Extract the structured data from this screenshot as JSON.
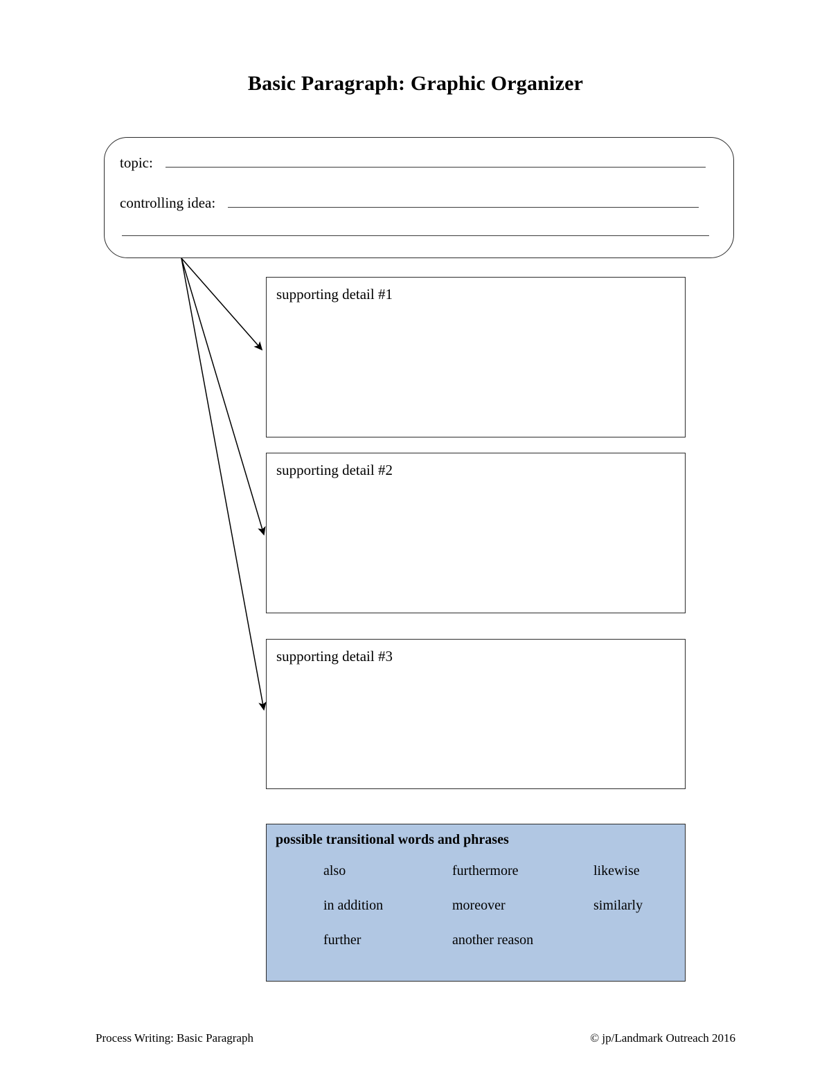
{
  "page": {
    "title": "Basic Paragraph: Graphic Organizer"
  },
  "thesis_box": {
    "topic_label": "topic:",
    "controlling_idea_label": "controlling idea:",
    "blank_lines": 3
  },
  "supporting_details": [
    {
      "label": "supporting detail #1"
    },
    {
      "label": "supporting detail #2"
    },
    {
      "label": "supporting detail #3"
    }
  ],
  "transition_panel": {
    "title": "possible transitional words and phrases",
    "background_color": "#b1c7e3",
    "rows": [
      [
        "also",
        "furthermore",
        "likewise"
      ],
      [
        "in addition",
        "moreover",
        "similarly"
      ],
      [
        "further",
        "another reason",
        ""
      ]
    ]
  },
  "footer": {
    "left": "Process Writing: Basic Paragraph",
    "right": "© jp/Landmark Outreach 2016"
  }
}
